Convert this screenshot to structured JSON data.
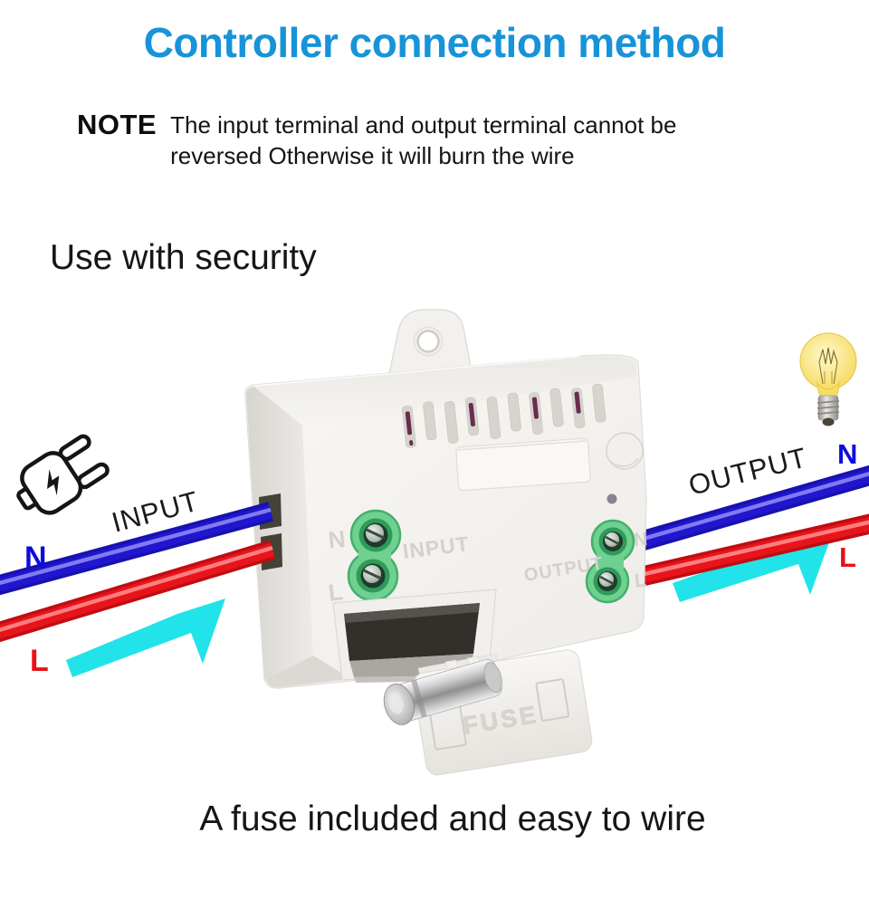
{
  "header": {
    "title": "Controller connection method",
    "title_color": "#1793d8"
  },
  "note": {
    "label": "NOTE",
    "line1": "The input terminal and output terminal cannot be",
    "line2": "reversed Otherwise it will burn the wire"
  },
  "section": {
    "heading": "Use with security"
  },
  "caption": {
    "text": "A fuse included and easy to wire"
  },
  "diagram": {
    "input_side": {
      "label": "INPUT",
      "neutral": "N",
      "live": "L",
      "icon": "power-plug"
    },
    "output_side": {
      "label": "OUTPUT",
      "neutral": "N",
      "live": "L",
      "icon": "light-bulb"
    },
    "device": {
      "input_label": "INPUT",
      "input_neutral": "N",
      "input_live": "L",
      "output_label": "OUTPUT",
      "output_neutral": "N",
      "output_live": "L",
      "fuse_label": "FUSE"
    },
    "colors": {
      "neutral_wire": "#2016cf",
      "live_wire": "#e8141b",
      "flow_arrow": "#21e3e9",
      "neutral_text": "#0b0be0",
      "live_text": "#e8111a"
    }
  }
}
